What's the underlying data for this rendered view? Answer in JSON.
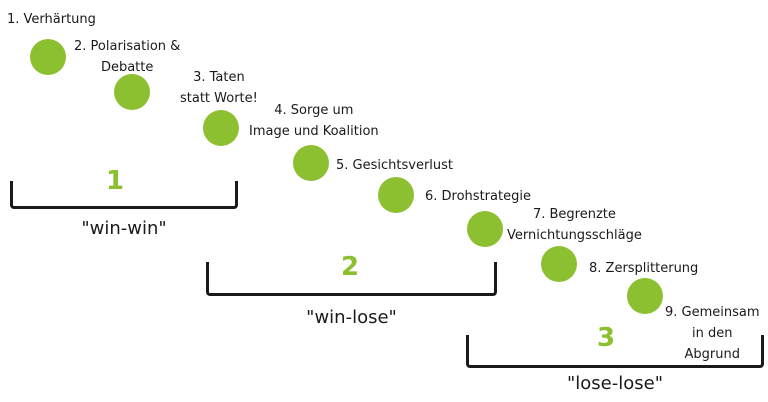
{
  "stages": [
    {
      "label": "1. Verhärtung"
    },
    {
      "label": "2. Polarisation &\nDebatte"
    },
    {
      "label": "3. Taten\nstatt Worte!"
    },
    {
      "label": "4. Sorge um\nImage und Koalition"
    },
    {
      "label": "5. Gesichtsverlust"
    },
    {
      "label": "6. Drohstrategie"
    },
    {
      "label": "7. Begrenzte\nVernichtungsschläge"
    },
    {
      "label": "8. Zersplitterung"
    },
    {
      "label": "9. Gemeinsam\nin den\nAbgrund"
    }
  ],
  "phases": [
    {
      "number": "1",
      "label": "\"win-win\""
    },
    {
      "number": "2",
      "label": "\"win-lose\""
    },
    {
      "number": "3",
      "label": "\"lose-lose\""
    }
  ],
  "colors": {
    "accent": "#8cc030",
    "text": "#1a1a1a"
  }
}
